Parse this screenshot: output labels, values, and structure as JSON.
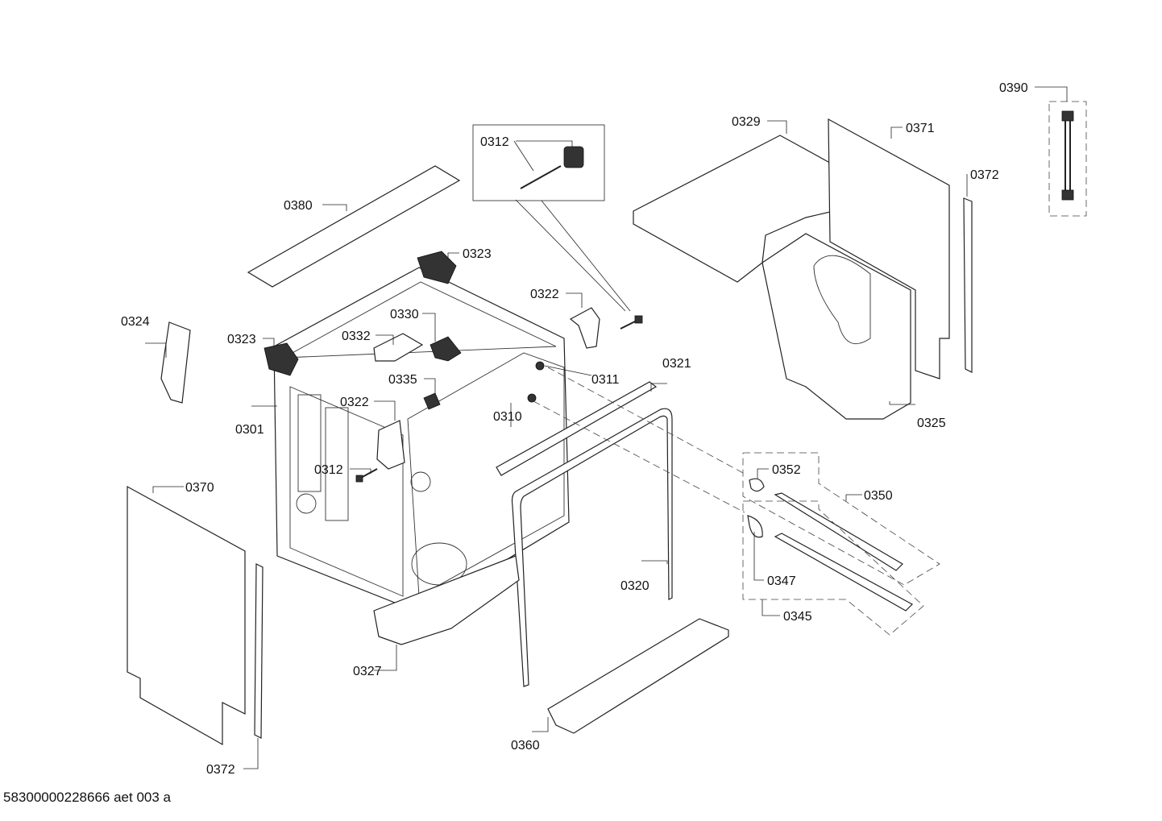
{
  "diagram": {
    "labels": [
      {
        "id": "0390",
        "text": "0390"
      },
      {
        "id": "0329",
        "text": "0329"
      },
      {
        "id": "0371",
        "text": "0371"
      },
      {
        "id": "0372a",
        "text": "0372"
      },
      {
        "id": "0312a",
        "text": "0312"
      },
      {
        "id": "0380",
        "text": "0380"
      },
      {
        "id": "0323a",
        "text": "0323"
      },
      {
        "id": "0322a",
        "text": "0322"
      },
      {
        "id": "0324",
        "text": "0324"
      },
      {
        "id": "0330",
        "text": "0330"
      },
      {
        "id": "0323b",
        "text": "0323"
      },
      {
        "id": "0332",
        "text": "0332"
      },
      {
        "id": "0321",
        "text": "0321"
      },
      {
        "id": "0311",
        "text": "0311"
      },
      {
        "id": "0335",
        "text": "0335"
      },
      {
        "id": "0325",
        "text": "0325"
      },
      {
        "id": "0301",
        "text": "0301"
      },
      {
        "id": "0322b",
        "text": "0322"
      },
      {
        "id": "0310",
        "text": "0310"
      },
      {
        "id": "0352",
        "text": "0352"
      },
      {
        "id": "0312b",
        "text": "0312"
      },
      {
        "id": "0350",
        "text": "0350"
      },
      {
        "id": "0370",
        "text": "0370"
      },
      {
        "id": "0320",
        "text": "0320"
      },
      {
        "id": "0347",
        "text": "0347"
      },
      {
        "id": "0345",
        "text": "0345"
      },
      {
        "id": "0327",
        "text": "0327"
      },
      {
        "id": "0360",
        "text": "0360"
      },
      {
        "id": "0372b",
        "text": "0372"
      }
    ]
  },
  "footer": {
    "text": "58300000228666 aet 003 a"
  }
}
